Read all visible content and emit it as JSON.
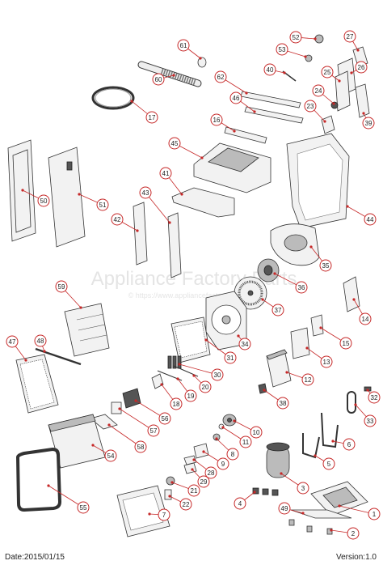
{
  "watermark": {
    "text": "Appliance Factory Parts",
    "url": "© https://www.appliancefactoryparts.com"
  },
  "footer": {
    "date": "Date:2015/01/15",
    "version": "Version:1.0"
  },
  "callout_labels": [
    "1",
    "2",
    "3",
    "4",
    "5",
    "6",
    "7",
    "8",
    "9",
    "10",
    "11",
    "12",
    "13",
    "14",
    "15",
    "16",
    "17",
    "18",
    "19",
    "20",
    "21",
    "22",
    "23",
    "24",
    "25",
    "26",
    "27",
    "28",
    "29",
    "30",
    "31",
    "32",
    "33",
    "34",
    "35",
    "36",
    "37",
    "38",
    "39",
    "40",
    "41",
    "42",
    "43",
    "44",
    "45",
    "46",
    "47",
    "48",
    "49",
    "50",
    "51",
    "52",
    "53",
    "54",
    "55",
    "56",
    "57",
    "58",
    "59",
    "60",
    "61",
    "62"
  ],
  "colors": {
    "callout": "#c62828",
    "outline": "#333333"
  }
}
